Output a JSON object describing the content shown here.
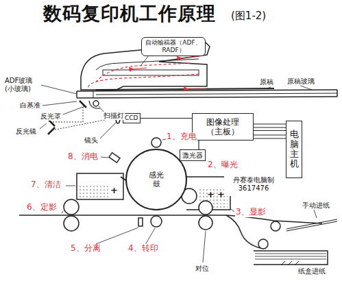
{
  "diagram": {
    "title": "数码复印机工作原理",
    "nodes": [
      {
        "text": [
          "自动输稿器（ADF、 RADF）"
        ]
      },
      {
        "text": [
          "CCD"
        ]
      },
      {
        "text": [
          "图像处理 （主板）"
        ]
      },
      {
        "text": [
          "电脑主机"
        ]
      },
      {
        "text": [
          "激光器"
        ]
      },
      {
        "text": [
          "感光 鼓"
        ]
      },
      {
        "text": [
          "丹赛泰电脑制 3617476"
        ]
      }
    ],
    "edges": [
      {
        "from": 1,
        "to": 2,
        "arrow": "none"
      },
      {
        "from": 2,
        "to": 3,
        "arrow": "none"
      },
      {
        "from": 2,
        "to": 4,
        "arrow": "none"
      }
    ],
    "labels": [
      "(图1-2)",
      "ADF玻璃 (小玻璃)",
      "白基准",
      "反光罩",
      "扫描灯",
      "反光镜",
      "镜头",
      "原稿",
      "原稿玻璃",
      "1、充电",
      "2、曝光",
      "3、显影",
      "4、转印",
      "5、分离",
      "6、定影",
      "7、清洁",
      "8、消电",
      "手动进纸",
      "纸盒进纸",
      "对位",
      "+",
      "+",
      "+"
    ]
  }
}
